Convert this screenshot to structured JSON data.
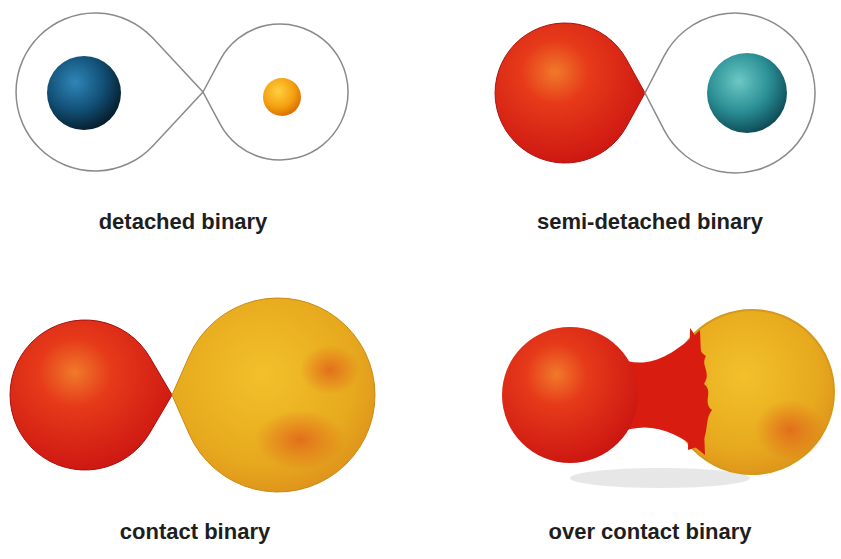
{
  "diagram": {
    "labels": [
      "detached binary",
      "semi-detached binary",
      "contact binary",
      "over contact binary"
    ]
  }
}
